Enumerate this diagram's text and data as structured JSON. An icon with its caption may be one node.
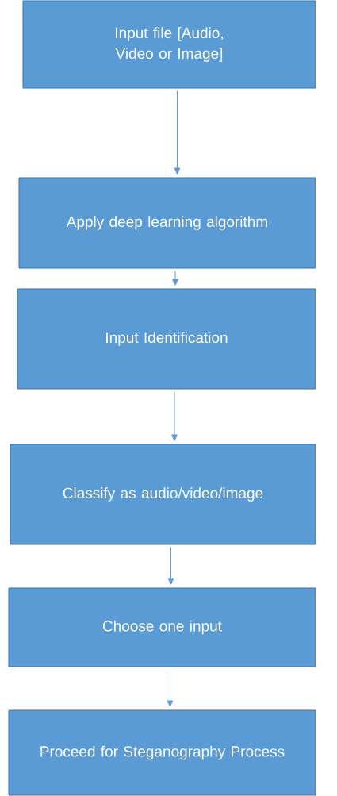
{
  "diagram": {
    "nodes": [
      {
        "text": [
          "Input file [Audio, Video or Image]"
        ]
      },
      {
        "text": [
          "Apply deep learning algorithm"
        ]
      },
      {
        "text": [
          "Input Identification"
        ]
      },
      {
        "text": [
          "Classify as audio/video/image"
        ]
      },
      {
        "text": [
          "Choose one input"
        ]
      },
      {
        "text": [
          "Proceed for Steganography Process"
        ]
      }
    ],
    "edges": [
      {
        "from": 0,
        "to": 1,
        "arrow": "to"
      },
      {
        "from": 1,
        "to": 2,
        "arrow": "to"
      },
      {
        "from": 2,
        "to": 3,
        "arrow": "to"
      },
      {
        "from": 3,
        "to": 4,
        "arrow": "to"
      },
      {
        "from": 4,
        "to": 5,
        "arrow": "to"
      }
    ]
  }
}
